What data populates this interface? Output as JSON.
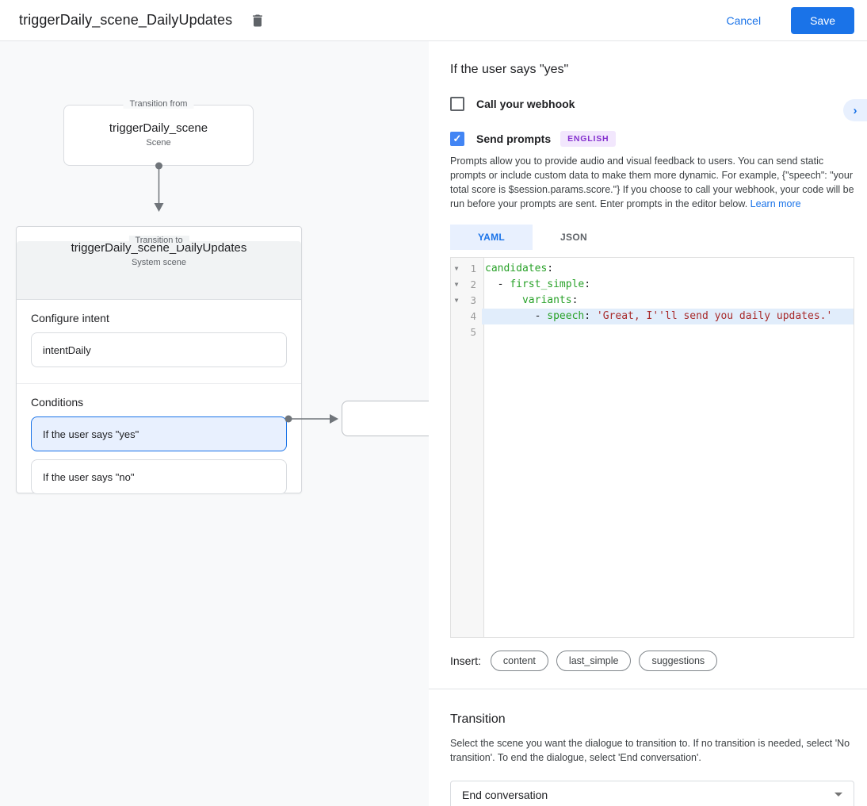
{
  "topbar": {
    "title": "triggerDaily_scene_DailyUpdates",
    "cancel_label": "Cancel",
    "save_label": "Save"
  },
  "diagram": {
    "from_box": {
      "legend": "Transition from",
      "name": "triggerDaily_scene",
      "type": "Scene"
    },
    "to_box": {
      "legend": "Transition to",
      "name": "triggerDaily_scene_DailyUpdates",
      "type": "System scene"
    },
    "configure_intent": {
      "label": "Configure intent",
      "value": "intentDaily"
    },
    "conditions": {
      "label": "Conditions",
      "selected_index": 0,
      "items": [
        "If the user says \"yes\"",
        "If the user says \"no\""
      ]
    }
  },
  "detail": {
    "title": "If the user says \"yes\"",
    "expand_icon": "chevron-right",
    "webhook": {
      "label": "Call your webhook",
      "checked": false
    },
    "send_prompts": {
      "label": "Send prompts",
      "badge": "ENGLISH",
      "checked": true,
      "check_glyph": "✓"
    },
    "description": "Prompts allow you to provide audio and visual feedback to users. You can send static prompts or include custom data to make them more dynamic. For example, {\"speech\": \"your total score is $session.params.score.\"} If you choose to call your webhook, your code will be run before your prompts are sent. Enter prompts in the editor below. ",
    "learn_more": "Learn more",
    "tabs": [
      {
        "label": "YAML",
        "active": true
      },
      {
        "label": "JSON",
        "active": false
      }
    ],
    "editor": {
      "fold_glyph": "▼",
      "lines": [
        {
          "num": "1",
          "fold": true,
          "highlight": false,
          "tokens": [
            [
              "key",
              "candidates"
            ],
            [
              "plain",
              ":"
            ]
          ]
        },
        {
          "num": "2",
          "fold": true,
          "highlight": false,
          "tokens": [
            [
              "plain",
              "  - "
            ],
            [
              "key",
              "first_simple"
            ],
            [
              "plain",
              ":"
            ]
          ]
        },
        {
          "num": "3",
          "fold": true,
          "highlight": false,
          "tokens": [
            [
              "plain",
              "      "
            ],
            [
              "key",
              "variants"
            ],
            [
              "plain",
              ":"
            ]
          ]
        },
        {
          "num": "4",
          "fold": false,
          "highlight": true,
          "tokens": [
            [
              "plain",
              "        - "
            ],
            [
              "key",
              "speech"
            ],
            [
              "plain",
              ": "
            ],
            [
              "string",
              "'Great, I''ll send you daily updates.'"
            ]
          ]
        },
        {
          "num": "5",
          "fold": false,
          "highlight": false,
          "tokens": []
        }
      ]
    },
    "insert": {
      "label": "Insert:",
      "chips": [
        "content",
        "last_simple",
        "suggestions"
      ]
    },
    "transition": {
      "heading": "Transition",
      "description": "Select the scene you want the dialogue to transition to. If no transition is needed, select 'No transition'. To end the dialogue, select 'End conversation'.",
      "selected_value": "End conversation"
    }
  },
  "colors": {
    "accent_blue": "#1a73e8",
    "checkbox_blue": "#4285f4",
    "selected_condition_bg": "#e8f0fe",
    "badge_purple": "#8430ce",
    "badge_bg": "#f2e7fd",
    "code_key_green": "#28a128",
    "code_string_red": "#a82a2a",
    "line_highlight": "#e1edfb",
    "canvas_bg": "#f8f9fa"
  }
}
